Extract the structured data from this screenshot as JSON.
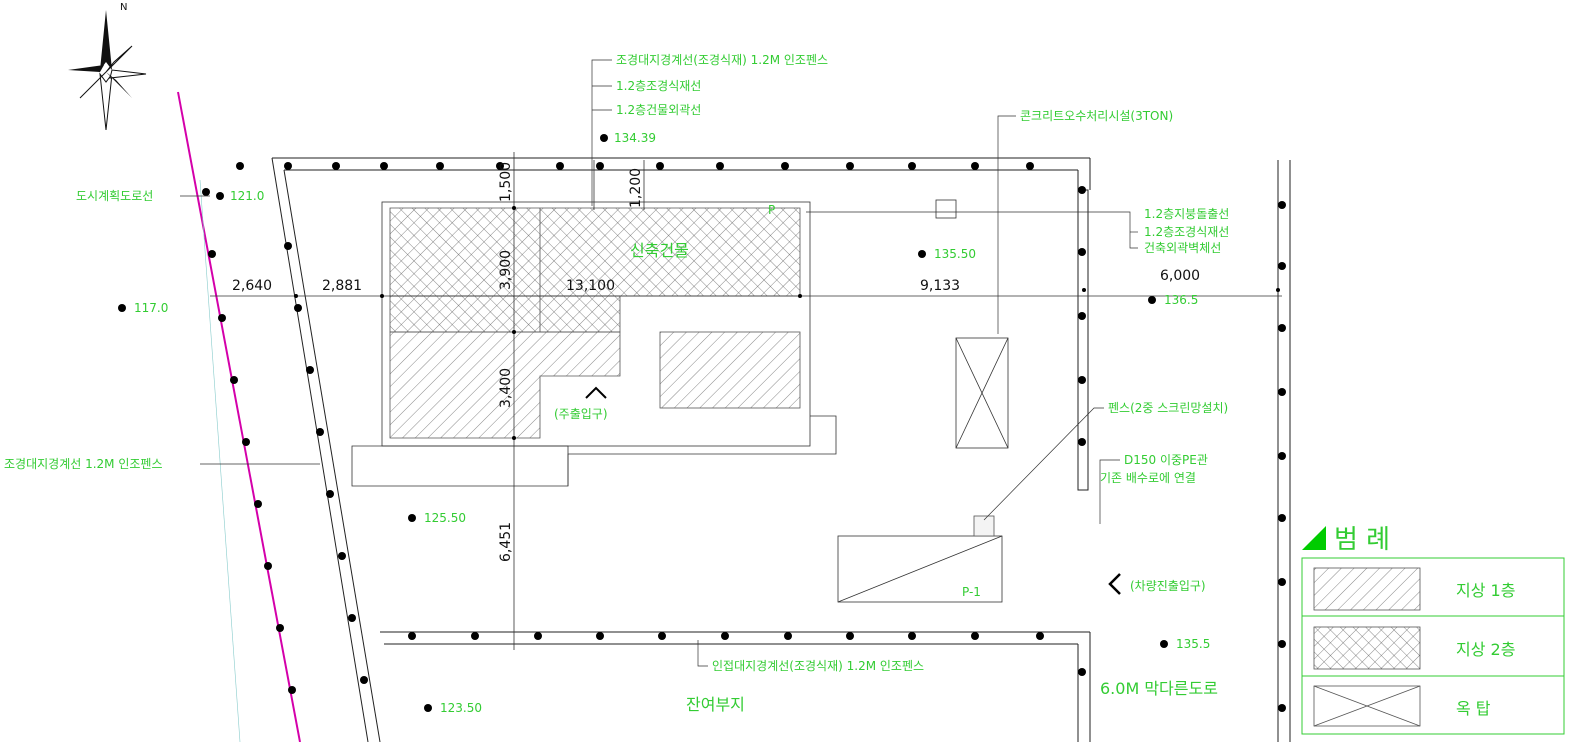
{
  "north": {
    "label": "N"
  },
  "legend": {
    "title": "범 례",
    "items": [
      {
        "label": "지상 1층",
        "pattern": "hatch1"
      },
      {
        "label": "지상 2층",
        "pattern": "hatch2"
      },
      {
        "label": "옥 탑",
        "pattern": "cross"
      }
    ]
  },
  "dimensions": {
    "h_2640": "2,640",
    "h_2881": "2,881",
    "h_13100": "13,100",
    "h_9133": "9,133",
    "h_6000": "6,000",
    "v_1500": "1,500",
    "v_1200": "1,200",
    "v_3900": "3,900",
    "v_3400": "3,400",
    "v_6451": "6,451"
  },
  "labels": {
    "top_fence": "조경대지경계선(조경식재) 1.2M 인조펜스",
    "top_l2": "1.2층조경식재선",
    "top_l3": "1.2층건물외곽선",
    "elev_top": "134.39",
    "septic": "콘크리트오수처리시설(3TON)",
    "city_plan_road": "도시계획도로선",
    "elev_left_top": "121.0",
    "elev_left": "117.0",
    "building": "신축건물",
    "building_p": "P",
    "right_l1": "1.2층지붕돌출선",
    "right_l2": "1.2층조경식재선",
    "right_l3": "건축외곽벽체선",
    "elev_mid": "135.50",
    "elev_right": "136.5",
    "main_entrance": "(주출입구)",
    "left_fence": "조경대지경계선 1.2M 인조펜스",
    "elev_low": "125.50",
    "fence_note": "펜스(2중 스크린망설치)",
    "drain_note1": "D150 이중PE관",
    "drain_note2": "기존 배수로에 연결",
    "parking_label": "P-1",
    "car_entrance": "(차량진출입구)",
    "elev_lower_right": "135.5",
    "bottom_fence": "인접대지경계선(조경식재) 1.2M 인조펜스",
    "road": "6.0M 막다른도로",
    "elev_bottom_left": "123.50",
    "remaining_land": "잔여부지"
  },
  "colors": {
    "label": "#33cc33",
    "road_line": "#d400aa",
    "line": "#222222"
  }
}
